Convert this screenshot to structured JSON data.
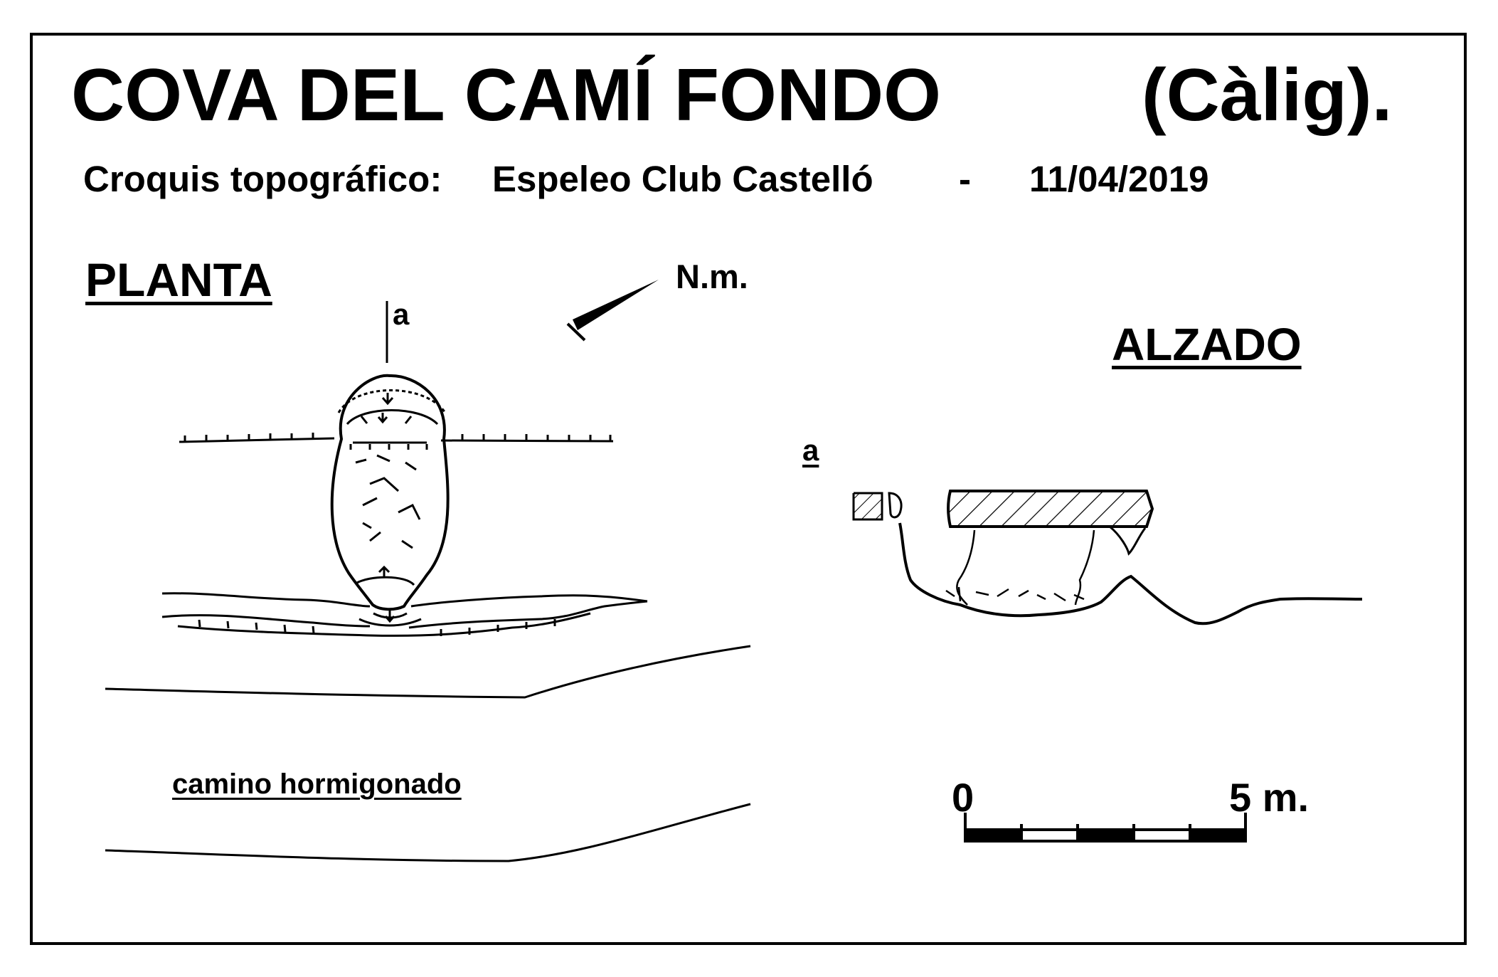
{
  "title": {
    "name": "COVA  DEL  CAMÍ  FONDO",
    "town": "(Càlig)."
  },
  "subtitle": {
    "label": "Croquis topográfico:",
    "club": "Espeleo Club Castelló",
    "dash": "-",
    "date": "11/04/2019"
  },
  "plan": {
    "heading": "PLANTA",
    "section_marker": "a",
    "north_label": "N.m.",
    "road_label": "camino  hormigonado"
  },
  "elevation": {
    "heading": "ALZADO",
    "section_marker": "a"
  },
  "scale_bar": {
    "start_label": "0",
    "end_label": "5 m."
  }
}
